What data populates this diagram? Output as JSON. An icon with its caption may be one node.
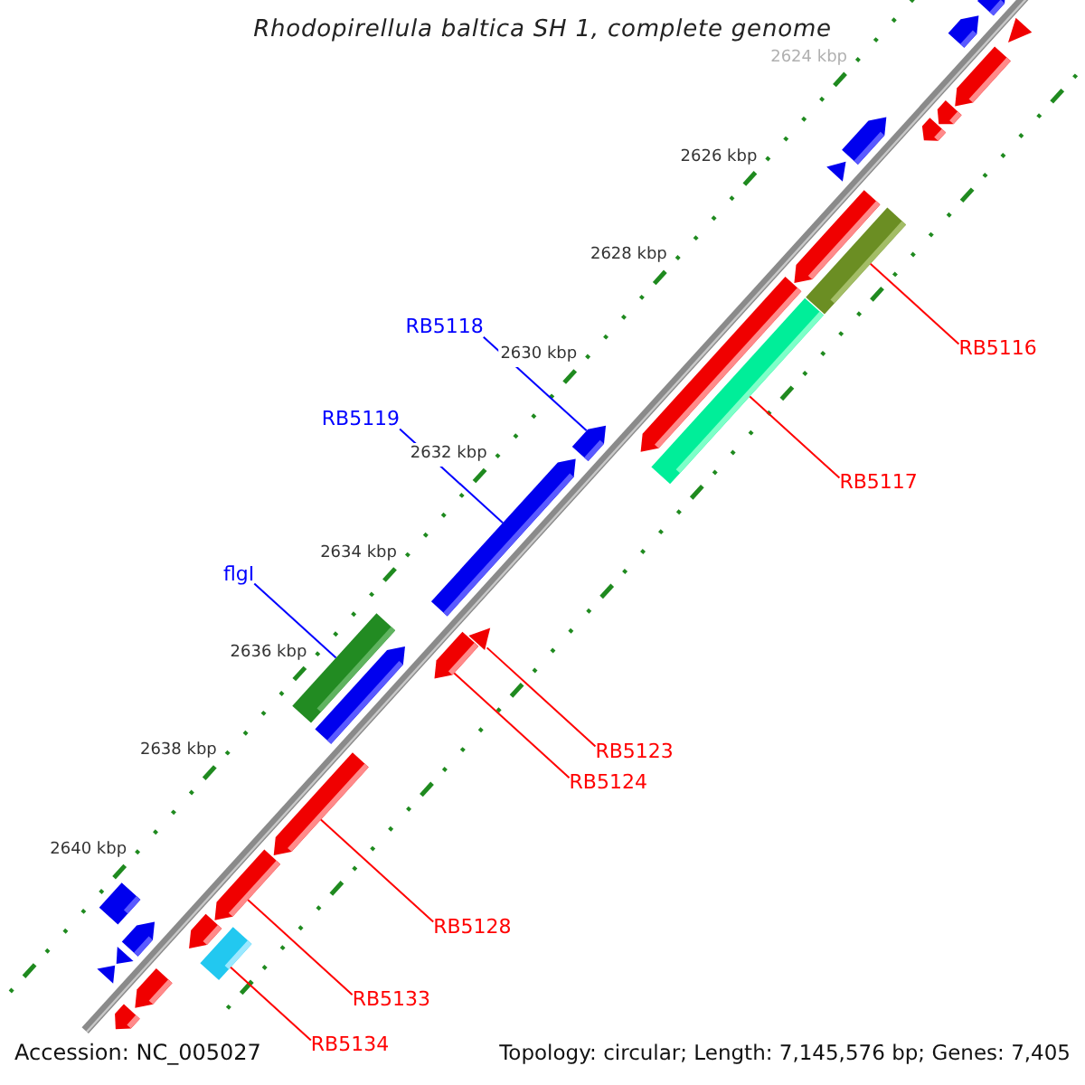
{
  "diagram": {
    "title": "Rhodopirellula baltica SH 1, complete genome",
    "nodes": [
      {
        "text": [],
        "shape": "arrow"
      },
      {
        "text": [],
        "shape": "triangle"
      },
      {
        "text": [],
        "shape": "arrow"
      },
      {
        "text": [],
        "shape": "arrow"
      },
      {
        "text": [],
        "shape": "arrow"
      },
      {
        "text": [],
        "shape": "arrow"
      },
      {
        "text": [],
        "shape": "arrow"
      },
      {
        "text": [],
        "shape": "triangle"
      },
      {
        "text": [],
        "shape": "arrow"
      },
      {
        "text": [],
        "shape": "bar"
      },
      {
        "text": [],
        "shape": "arrow"
      },
      {
        "text": [],
        "shape": "bar"
      },
      {
        "text": [],
        "shape": "arrow"
      },
      {
        "text": [],
        "shape": "arrow"
      },
      {
        "text": [],
        "shape": "triangle"
      },
      {
        "text": [],
        "shape": "arrow"
      },
      {
        "text": [],
        "shape": "bar"
      },
      {
        "text": [],
        "shape": "arrow"
      },
      {
        "text": [],
        "shape": "arrow"
      },
      {
        "text": [],
        "shape": "arrow"
      },
      {
        "text": [],
        "shape": "bar"
      },
      {
        "text": [],
        "shape": "arrow"
      },
      {
        "text": [],
        "shape": "bar"
      },
      {
        "text": [],
        "shape": "arrow"
      },
      {
        "text": [],
        "shape": "triangle"
      },
      {
        "text": [],
        "shape": "triangle"
      },
      {
        "text": [],
        "shape": "arrow"
      },
      {
        "text": [],
        "shape": "arrow"
      },
      {
        "text": [
          "RB5118"
        ]
      },
      {
        "text": [
          "RB5116"
        ]
      },
      {
        "text": [
          "RB5119"
        ]
      },
      {
        "text": [
          "RB5117"
        ]
      },
      {
        "text": [
          "flgI"
        ]
      },
      {
        "text": [
          "RB5123"
        ]
      },
      {
        "text": [
          "RB5124"
        ]
      },
      {
        "text": [
          "RB5128"
        ]
      },
      {
        "text": [
          "RB5133"
        ]
      },
      {
        "text": [
          "RB5134"
        ]
      }
    ],
    "edges": [
      {
        "from": 28,
        "to": 12,
        "arrow": "none",
        "color": "#0000ff"
      },
      {
        "from": 29,
        "to": 9,
        "arrow": "none"
      },
      {
        "from": 30,
        "to": 13,
        "arrow": "none",
        "color": "#0000ff"
      },
      {
        "from": 31,
        "to": 11,
        "arrow": "none"
      },
      {
        "from": 32,
        "to": 16,
        "arrow": "none",
        "color": "#0000ff"
      },
      {
        "from": 33,
        "to": 14,
        "arrow": "none"
      },
      {
        "from": 34,
        "to": 15,
        "arrow": "none"
      },
      {
        "from": 35,
        "to": 18,
        "arrow": "none"
      },
      {
        "from": 36,
        "to": 19,
        "arrow": "none"
      },
      {
        "from": 37,
        "to": 20,
        "arrow": "none"
      }
    ],
    "labels": [
      "2624 kbp",
      "2626 kbp",
      "2628 kbp",
      "2630 kbp",
      "2632 kbp",
      "2634 kbp",
      "2636 kbp",
      "2638 kbp",
      "2640 kbp",
      "Accession: NC_005027",
      "Topology: circular; Length: 7,145,576 bp; Genes: 7,405"
    ]
  }
}
